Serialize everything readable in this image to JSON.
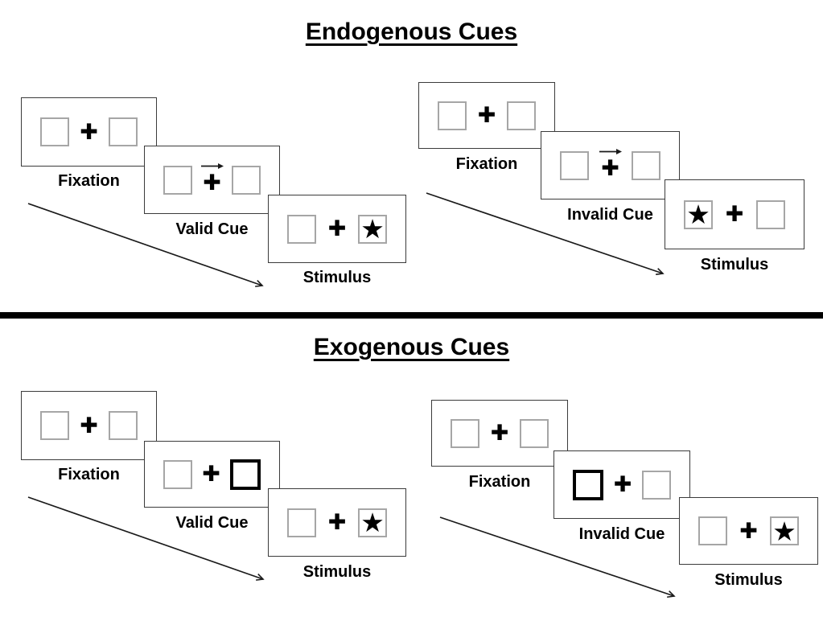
{
  "sections": [
    {
      "title": "Endogenous Cues",
      "panels": [
        {
          "name": "endogenous-valid",
          "cue_style": "central-arrow",
          "cue_arrow_direction": "right",
          "star_side": "right",
          "cards": [
            {
              "type": "fixation",
              "label": "Fixation"
            },
            {
              "type": "arrow-cue",
              "label": "Valid Cue"
            },
            {
              "type": "stimulus",
              "label": "Stimulus"
            }
          ]
        },
        {
          "name": "endogenous-invalid",
          "cue_style": "central-arrow",
          "cue_arrow_direction": "right",
          "star_side": "left",
          "cards": [
            {
              "type": "fixation",
              "label": "Fixation"
            },
            {
              "type": "arrow-cue",
              "label": "Invalid Cue"
            },
            {
              "type": "stimulus",
              "label": "Stimulus"
            }
          ]
        }
      ]
    },
    {
      "title": "Exogenous Cues",
      "panels": [
        {
          "name": "exogenous-valid",
          "cue_style": "box-highlight",
          "highlighted_box": "right",
          "star_side": "right",
          "cards": [
            {
              "type": "fixation",
              "label": "Fixation"
            },
            {
              "type": "box-highlight-cue",
              "label": "Valid Cue"
            },
            {
              "type": "stimulus",
              "label": "Stimulus"
            }
          ]
        },
        {
          "name": "exogenous-invalid",
          "cue_style": "box-highlight",
          "highlighted_box": "left",
          "star_side": "right",
          "cards": [
            {
              "type": "fixation",
              "label": "Fixation"
            },
            {
              "type": "box-highlight-cue",
              "label": "Invalid Cue"
            },
            {
              "type": "stimulus",
              "label": "Stimulus"
            }
          ]
        }
      ]
    }
  ],
  "symbols": {
    "plus": "✚",
    "star": "★"
  },
  "colors": {
    "card_border": "#3b3b3b",
    "square_border": "#a6a6a6",
    "highlight_border": "#000000",
    "divider": "#000000",
    "text": "#000000",
    "background": "#ffffff"
  }
}
